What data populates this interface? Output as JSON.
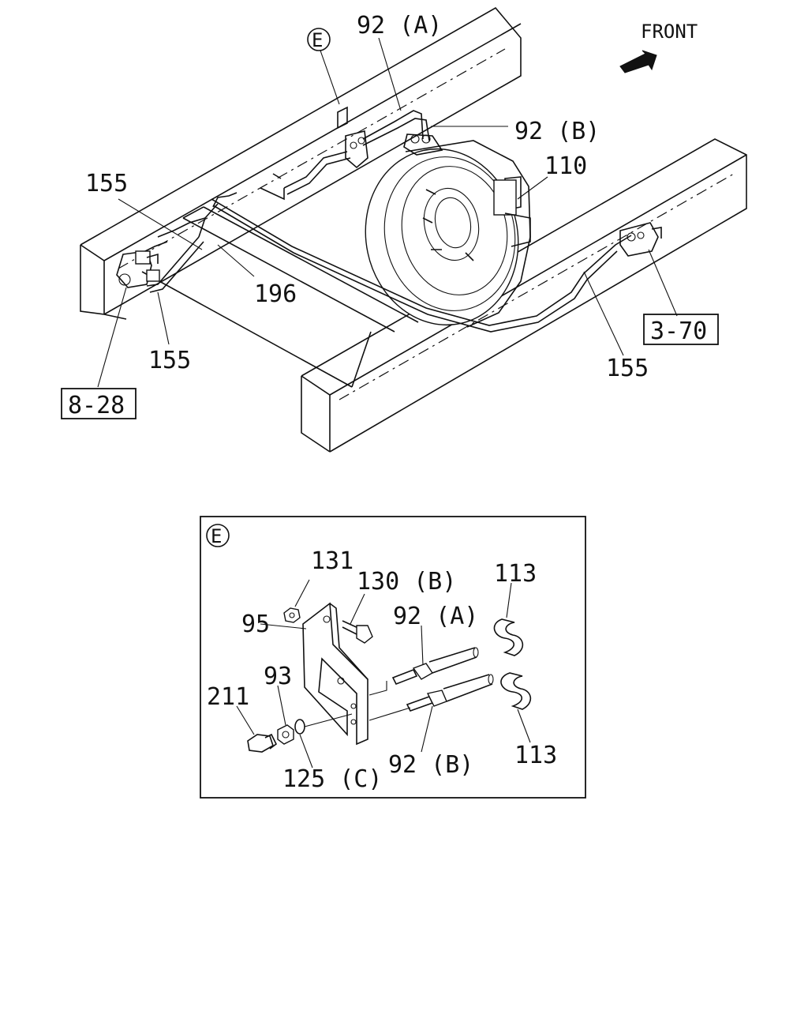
{
  "diagram": {
    "front": "FRONT",
    "callout_e": "E",
    "upper_labels": {
      "part_92a": "92 (A)",
      "part_92b": "92 (B)",
      "part_110": "110",
      "part_155_top": "155",
      "part_196": "196",
      "part_155_lower_left": "155",
      "part_155_right": "155"
    },
    "refs": {
      "ref_8_28": "8-28",
      "ref_3_70": "3-70"
    },
    "detail": {
      "title": "E",
      "part_131": "131",
      "part_130b": "130 (B)",
      "part_113_top": "113",
      "part_95": "95",
      "part_92a": "92 (A)",
      "part_93": "93",
      "part_211": "211",
      "part_125c": "125 (C)",
      "part_92b": "92 (B)",
      "part_113_bottom": "113"
    }
  }
}
